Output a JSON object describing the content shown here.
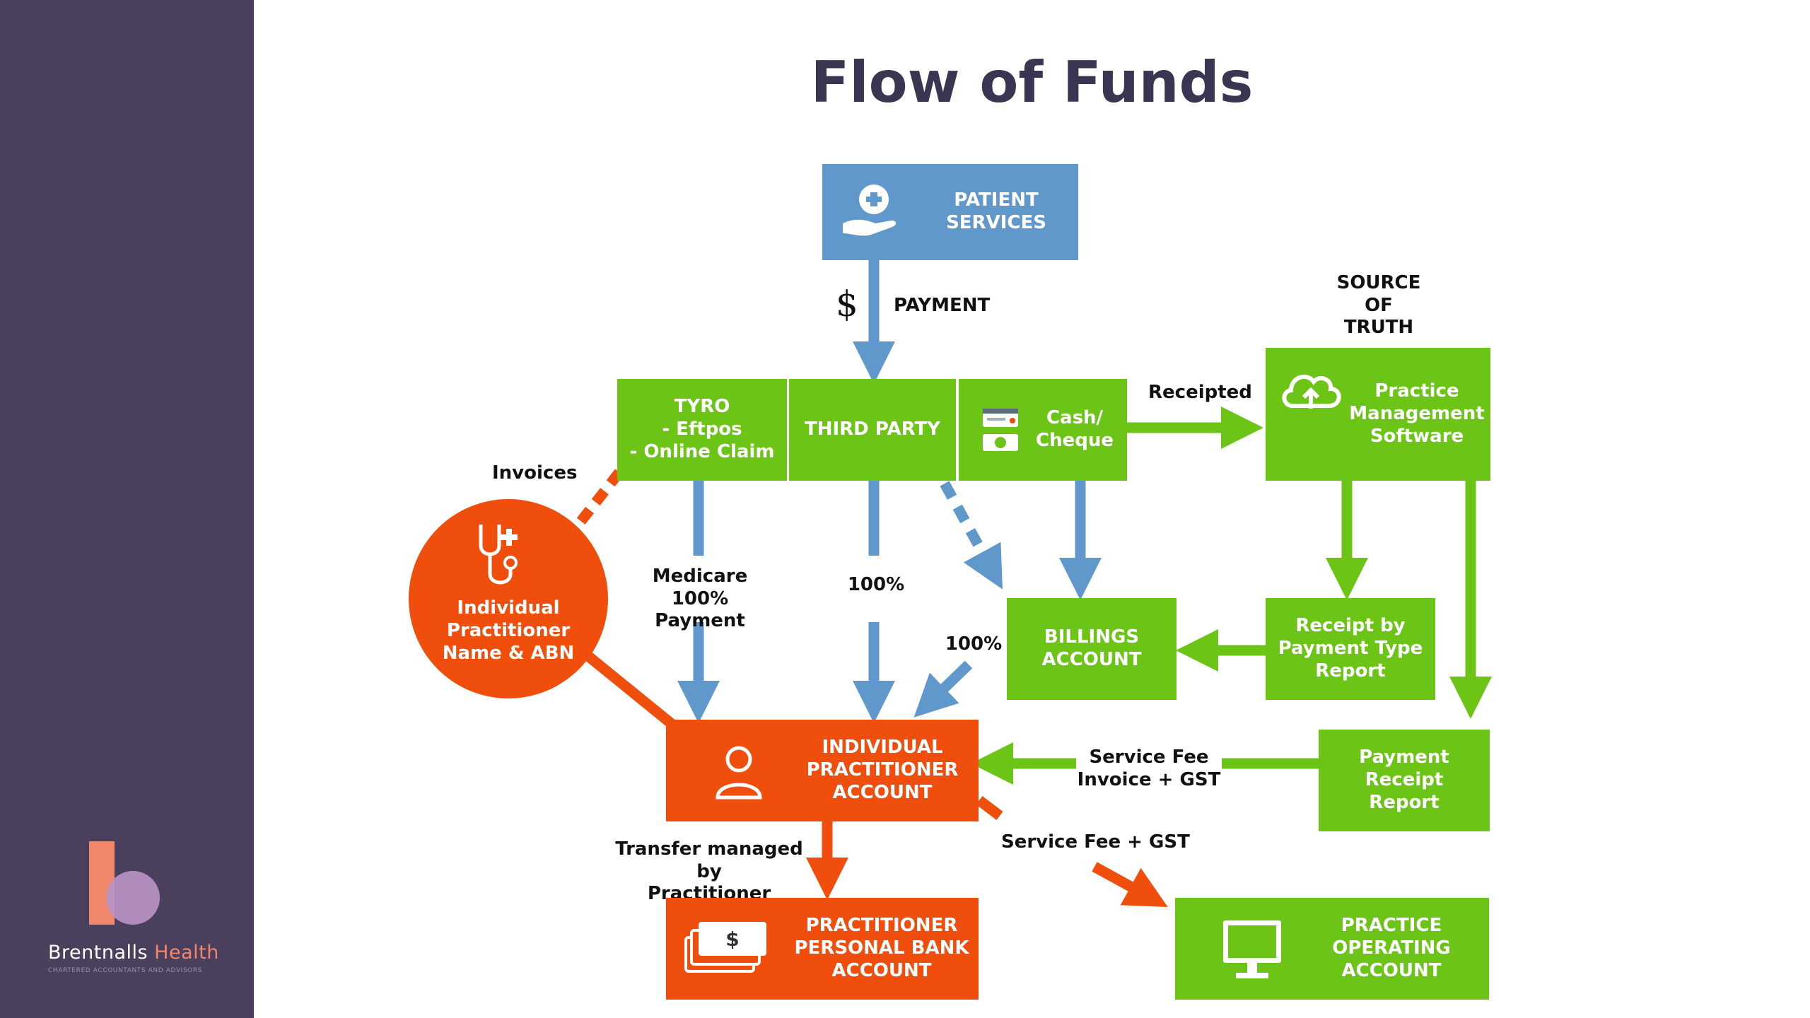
{
  "title": "Flow of Funds",
  "logo": {
    "brand": "Brentnalls",
    "brand_accent": "Health",
    "tagline": "CHARTERED ACCOUNTANTS AND ADVISORS"
  },
  "colors": {
    "sidebar": "#4a3f5c",
    "green": "#6cc417",
    "orange": "#f04e0c",
    "blue": "#6198cb",
    "title": "#3b3552"
  },
  "nodes": {
    "patient_services": "PATIENT\nSERVICES",
    "tyro": "TYRO\n- Eftpos\n- Online Claim",
    "third_party": "THIRD PARTY",
    "cash_cheque": "Cash/\nCheque",
    "practice_software": "Practice\nManagement\nSoftware",
    "source_of_truth": "SOURCE\nOF\nTRUTH",
    "practitioner_circle": "Individual\nPractitioner\nName & ABN",
    "billings_account": "BILLINGS\nACCOUNT",
    "receipt_report": "Receipt by\nPayment Type\nReport",
    "individual_account": "INDIVIDUAL\nPRACTITIONER\nACCOUNT",
    "payment_receipt_report": "Payment\nReceipt\nReport",
    "personal_bank": "PRACTITIONER\nPERSONAL BANK\nACCOUNT",
    "operating_account": "PRACTICE\nOPERATING\nACCOUNT"
  },
  "labels": {
    "dollar": "$",
    "payment": "PAYMENT",
    "receipted": "Receipted",
    "invoices": "Invoices",
    "medicare": "Medicare 100%\nPayment",
    "pct_third": "100%",
    "pct_billings": "100%",
    "service_fee_invoice": "Service Fee\nInvoice + GST",
    "transfer": "Transfer managed by\nPractitioner",
    "service_fee_gst": "Service Fee + GST"
  }
}
